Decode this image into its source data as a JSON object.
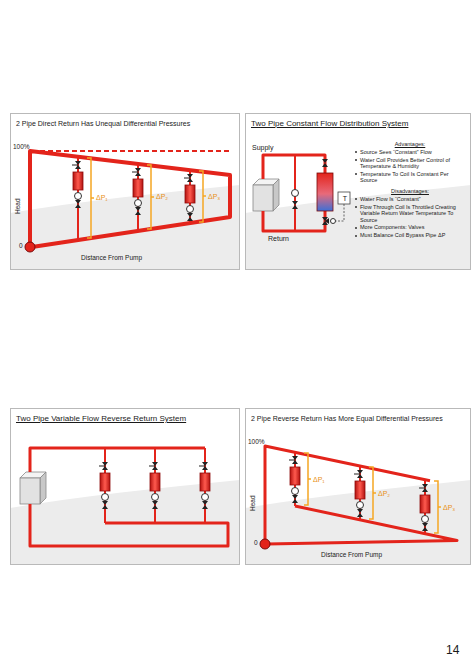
{
  "diagram": {
    "nodes": [
      {
        "text": [
          "2 Pipe Direct Return Has Unequal Differential Pressures"
        ]
      },
      {
        "text": [
          "Two Pipe Constant Flow Distribution System"
        ]
      },
      {
        "text": [
          "Two Pipe Variable Flow Reverse Return System"
        ]
      },
      {
        "text": [
          "2 Pipe Reverse Return Has More Equal Differential Pressures"
        ]
      }
    ],
    "labels": [
      "100%",
      "Head",
      "0",
      "Distance From Pump",
      "ΔP₁",
      "ΔP₂",
      "ΔP₃",
      "Supply",
      "Return",
      "T",
      "Advantages:",
      "Source Sees “Constant” Flow",
      "Water Coil Provides Better Control of Temperature & Humidity",
      "Temperature To Coil Is Constant Per Source",
      "Disadvantages:",
      "Water Flow Is “Constant”",
      "Flow Through Coil Is Throttled Creating Variable Return Water Temperature To Source",
      "More Components: Valves",
      "Must Balance Coil Bypass Pipe ΔP",
      "100%",
      "Head",
      "0",
      "Distance From Pump",
      "ΔP₁",
      "ΔP₂",
      "ΔP₃",
      "14"
    ]
  }
}
